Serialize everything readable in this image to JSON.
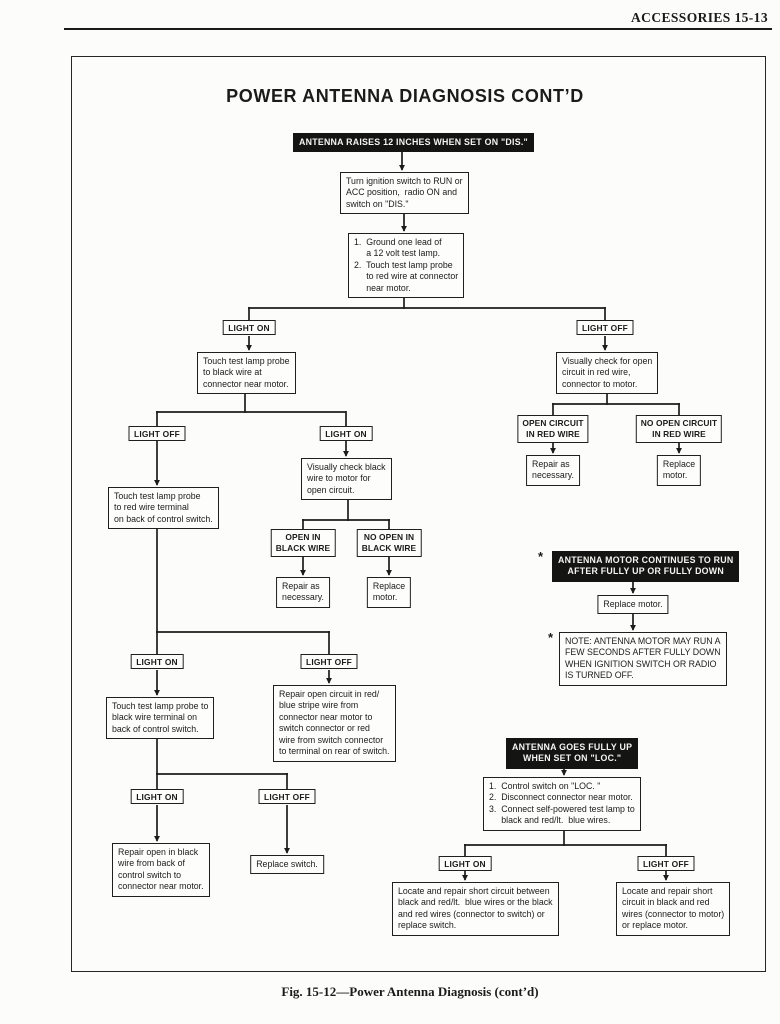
{
  "page": {
    "header": "ACCESSORIES  15-13",
    "title": "POWER ANTENNA DIAGNOSIS CONT’D",
    "caption": "Fig. 15-12—Power Antenna Diagnosis (cont’d)"
  },
  "labels": {
    "light_on": "LIGHT ON",
    "light_off": "LIGHT OFF",
    "asterisk": "*"
  },
  "flowchart": {
    "start_dis": "ANTENNA RAISES 12 INCHES WHEN SET ON \"DIS.\"",
    "turn_ignition": "Turn ignition switch to RUN or\nACC position,  radio ON and\nswitch on \"DIS.\"",
    "ground_lead": "1.  Ground one lead of\n     a 12 volt test lamp.\n2.  Touch test lamp probe\n     to red wire at connector\n     near motor.",
    "probe_black_motor": "Touch test lamp probe\nto black wire at\nconnector near motor.",
    "check_red_open": "Visually check for open\ncircuit in red wire,\nconnector to motor.",
    "open_red": "OPEN CIRCUIT\nIN RED WIRE",
    "no_open_red": "NO OPEN CIRCUIT\nIN RED WIRE",
    "repair_necessary_1": "Repair as\nnecessary.",
    "replace_motor_1": "Replace\nmotor.",
    "probe_red_switch": "Touch test lamp probe\nto red wire terminal\non back of control switch.",
    "check_black_open": "Visually check black\nwire to motor for\nopen circuit.",
    "open_black": "OPEN IN\nBLACK WIRE",
    "no_open_black": "NO OPEN IN\nBLACK WIRE",
    "repair_necessary_2": "Repair as\nnecessary.",
    "replace_motor_2": "Replace\nmotor.",
    "motor_runs": "ANTENNA MOTOR CONTINUES TO RUN\nAFTER FULLY UP OR FULLY DOWN",
    "replace_motor_3": "Replace motor.",
    "note_motor": "NOTE: ANTENNA MOTOR MAY RUN A\nFEW SECONDS AFTER FULLY DOWN\nWHEN IGNITION SWITCH OR RADIO\nIS TURNED OFF.",
    "probe_black_switch": "Touch test lamp probe to\nblack wire terminal on\nback of control switch.",
    "repair_red_blue": "Repair open circuit in red/\nblue stripe wire from\nconnector near motor to\nswitch connector or red\nwire from switch connector\nto terminal on rear of switch.",
    "repair_black_open": "Repair open in black\nwire from back of\ncontrol switch to\nconnector near motor.",
    "replace_switch": "Replace switch.",
    "goes_up_loc": "ANTENNA GOES FULLY UP\nWHEN SET ON \"LOC.\"",
    "loc_steps": "1.  Control switch on \"LOC. \"\n2.  Disconnect connector near motor.\n3.  Connect self-powered test lamp to\n     black and red/lt.  blue wires.",
    "short_switch": "Locate and repair short circuit between\nblack and red/lt.  blue wires or the black\nand red wires (connector to switch) or\nreplace switch.",
    "short_motor": "Locate and repair short\ncircuit in black and red\nwires (connector to motor)\nor replace motor."
  }
}
